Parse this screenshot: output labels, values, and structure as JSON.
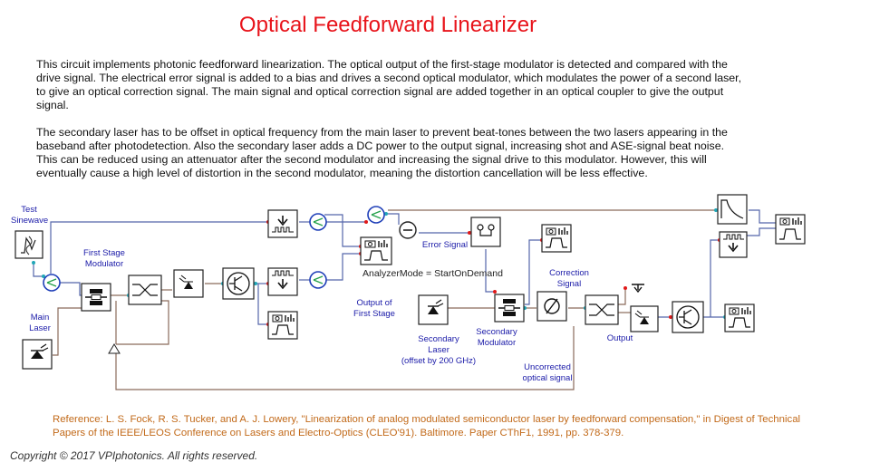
{
  "title": "Optical Feedforward Linearizer",
  "description": [
    "This circuit implements photonic feedforward linearization. The optical output of the first-stage modulator is detected and compared with the drive signal. The electrical error signal is added to a bias and drives a second optical modulator, which modulates the power of a second laser, to give an optical correction signal. The main signal and optical correction signal are added together in an optical coupler to give the output signal.",
    "The secondary laser has to be offset in optical frequency from the main laser to prevent beat-tones between the two lasers appearing in the baseband after photodetection. Also the secondary laser adds a DC power to the output signal, increasing shot and ASE-signal beat noise. This can be reduced using an attenuator after the second modulator and increasing the signal drive to this modulator. However, this will eventually cause a high level of distortion in the second modulator, meaning the distortion cancellation will be less effective."
  ],
  "labels": {
    "test_sinewave": "Test\nSinewave",
    "first_stage_modulator": "First Stage\nModulator",
    "main_laser": "Main\nLaser",
    "error_signal": "Error Signal",
    "analyzer_mode": "AnalyzerMode = StartOnDemand",
    "output_first_stage": "Output of\nFirst Stage",
    "secondary_laser": "Secondary\nLaser\n(offset by 200 GHz)",
    "secondary_modulator": "Secondary\nModulator",
    "correction_signal": "Correction\nSignal",
    "output": "Output",
    "uncorrected_signal": "Uncorrected\noptical signal"
  },
  "reference": "Reference: L. S. Fock, R. S. Tucker, and A. J. Lowery, \"Linearization of analog modulated semiconductor laser by feedforward compensation,\" in Digest of Technical Papers of the IEEE/LEOS Conference on Lasers and Electro-Optics (CLEO'91). Baltimore. Paper CThF1, 1991, pp. 378-379.",
  "copyright": "Copyright © 2017 VPIphotonics. All rights reserved.",
  "colors": {
    "title": "#e8141b",
    "label": "#1a1aa8",
    "reference": "#c26a1a",
    "electrical_wire": "#3b4fb8",
    "optical_wire": "#8a6a5a",
    "port_red": "#e01818",
    "port_cyan": "#21a7b8"
  }
}
